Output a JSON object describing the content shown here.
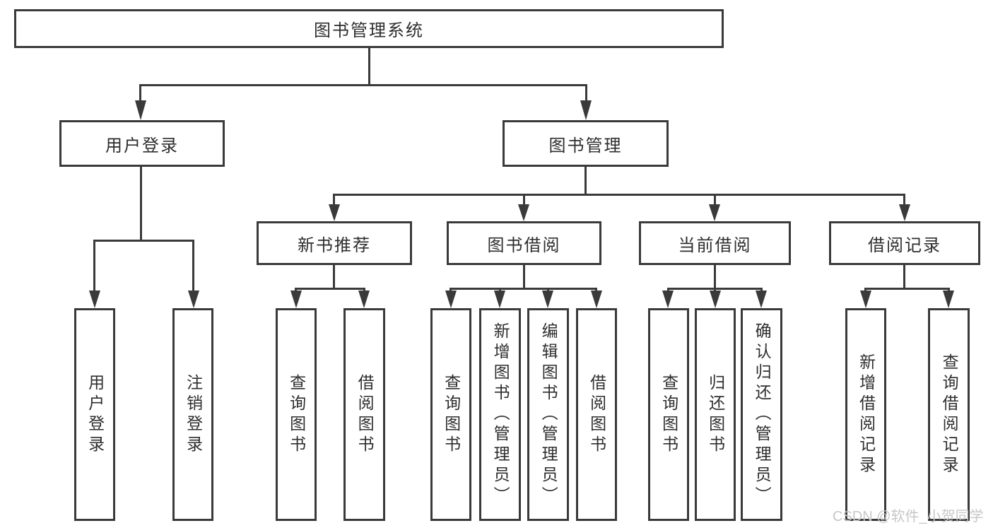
{
  "diagram_title": "图书管理系统",
  "tree": {
    "root": {
      "label": "图书管理系统",
      "children": [
        {
          "label": "用户登录",
          "children": [
            {
              "label": "用户登录"
            },
            {
              "label": "注销登录"
            }
          ]
        },
        {
          "label": "图书管理",
          "children": [
            {
              "label": "新书推荐",
              "children": [
                {
                  "label": "查询图书"
                },
                {
                  "label": "借阅图书"
                }
              ]
            },
            {
              "label": "图书借阅",
              "children": [
                {
                  "label": "查询图书"
                },
                {
                  "label": "新增图书（管理员）"
                },
                {
                  "label": "编辑图书（管理员）"
                },
                {
                  "label": "借阅图书"
                }
              ]
            },
            {
              "label": "当前借阅",
              "children": [
                {
                  "label": "查询图书"
                },
                {
                  "label": "归还图书"
                },
                {
                  "label": "确认归还（管理员）"
                }
              ]
            },
            {
              "label": "借阅记录",
              "children": [
                {
                  "label": "新增借阅记录"
                },
                {
                  "label": "查询借阅记录"
                }
              ]
            }
          ]
        }
      ]
    }
  },
  "watermark": {
    "text": "CSDN @软件_小贺同学"
  },
  "colors": {
    "line": "#3a3a3a",
    "text": "#2e2e2e",
    "box_background": "#ffffff",
    "watermark": "#c7c7c7",
    "page_background": "#ffffff"
  }
}
